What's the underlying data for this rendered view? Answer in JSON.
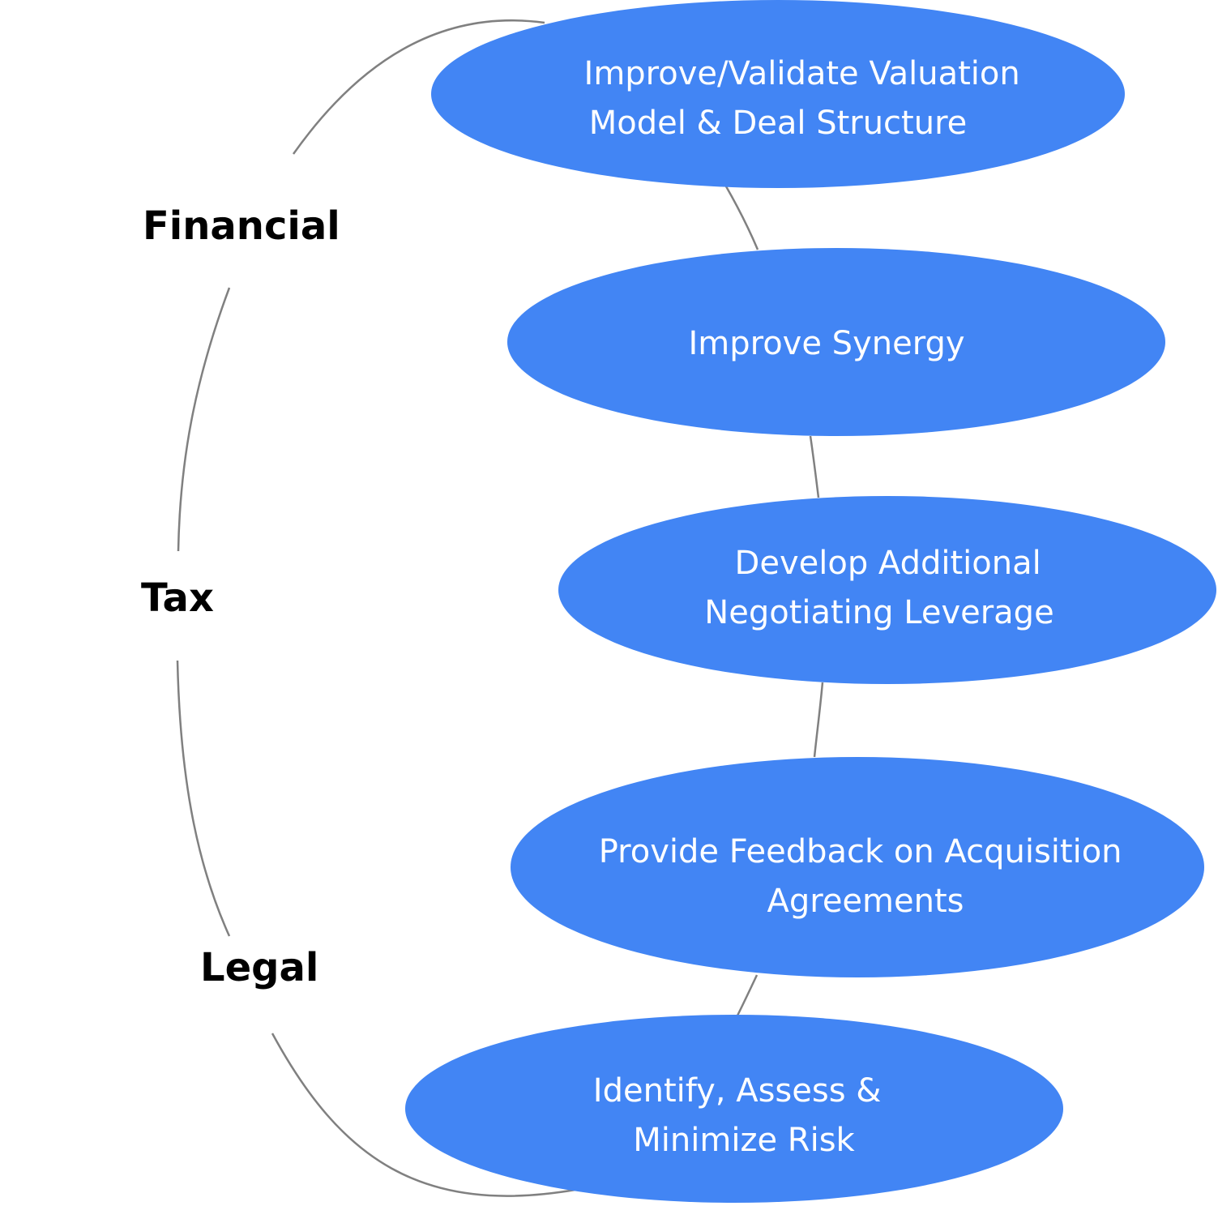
{
  "colors": {
    "node_fill": "#4285f4",
    "node_text": "#ffffff",
    "connector": "#808080",
    "label_text": "#000000"
  },
  "side_labels": [
    {
      "id": "financial",
      "text": "Financial"
    },
    {
      "id": "tax",
      "text": "Tax"
    },
    {
      "id": "legal",
      "text": "Legal"
    }
  ],
  "nodes": [
    {
      "id": "valuation",
      "lines": [
        "Improve/Validate  Valuation",
        "Model & Deal Structure"
      ]
    },
    {
      "id": "synergy",
      "lines": [
        "Improve Synergy"
      ]
    },
    {
      "id": "leverage",
      "lines": [
        "Develop Additional",
        "Negotiating Leverage"
      ]
    },
    {
      "id": "feedback",
      "lines": [
        "Provide Feedback  on Acquisition",
        "Agreements"
      ]
    },
    {
      "id": "risk",
      "lines": [
        "Identify, Assess  &",
        "Minimize Risk"
      ]
    }
  ]
}
